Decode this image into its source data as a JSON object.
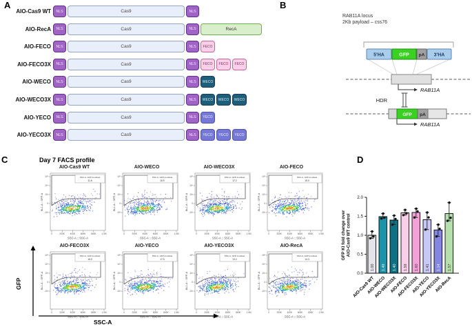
{
  "panels": {
    "a": {
      "label": "A",
      "nls_label": "NLS",
      "cas9_label": "Cas9",
      "constructs": [
        {
          "label": "AIO-Cas9 WT",
          "tags": []
        },
        {
          "label": "AIO-RecA",
          "tags": [
            "RecA"
          ]
        },
        {
          "label": "AIO-FECO",
          "tags": [
            "FECO"
          ]
        },
        {
          "label": "AIO-FECO3X",
          "tags": [
            "FECO",
            "FECO",
            "FECO"
          ]
        },
        {
          "label": "AIO-WECO",
          "tags": [
            "WECO"
          ]
        },
        {
          "label": "AIO-WECO3X",
          "tags": [
            "WECO",
            "WECO",
            "WECO"
          ]
        },
        {
          "label": "AIO-YECO",
          "tags": [
            "YECO"
          ]
        },
        {
          "label": "AIO-YECO3X",
          "tags": [
            "YECO",
            "YECO",
            "YECO"
          ]
        }
      ],
      "colors": {
        "nls": {
          "fill": "#a263c6",
          "border": "#5d2f88",
          "text": "#f2e8fb"
        },
        "cas9": {
          "fill": "#e8effa",
          "border": "#93a5c4",
          "text": "#444444"
        },
        "RecA": {
          "fill": "#d9efcc",
          "border": "#6fae4e",
          "text": "#333333",
          "w": 89,
          "fs": "6.5px"
        },
        "FECO": {
          "fill": "#f9d0e7",
          "border": "#c8639e",
          "text": "#8a2f63",
          "w": 21,
          "fs": "5px"
        },
        "WECO": {
          "fill": "#1d5f7b",
          "border": "#133a5a",
          "text": "#d9e9f1",
          "w": 21,
          "fs": "5px"
        },
        "YECO": {
          "fill": "#7678d6",
          "border": "#4d50ae",
          "text": "#eeeeff",
          "w": 21,
          "fs": "5px"
        }
      }
    },
    "b": {
      "label": "B",
      "locus_line1": "RAB11A locus",
      "locus_line2": "2Kb payload – css76",
      "donor_boxes": [
        "5'HA",
        "GFP",
        "pA",
        "3'HA"
      ],
      "hdr_label": "HDR",
      "gene_label": "RAB11A",
      "ki_gfp": "GFP",
      "ki_pa": "pA",
      "colors": {
        "ha": "#abcdec",
        "ha_border": "#5b87b5",
        "gfp": "#3bd122",
        "gfp_border": "#1e9110",
        "pa": "#a0a0a0",
        "pa_border": "#666666",
        "locus": "#e0e0e0",
        "locus_border": "#888888"
      }
    },
    "c": {
      "label": "C",
      "title": "Day 7 FACS profile",
      "big_y_label": "GFP",
      "big_x_label": "SSC-A",
      "plot_y_label": "BL1-A :: GFP-A",
      "plot_x_label": "SSC-A :: SSC-A",
      "gate_label": "SSC-A, GFP-A subset",
      "y_ticks": [
        "10⁵",
        "10⁴",
        "10³",
        "0",
        "-10³"
      ],
      "x_ticks": [
        "0",
        "200K",
        "400K",
        "600K",
        "800K",
        "1.0M"
      ],
      "plots": [
        {
          "title": "AIO-Cas9 WT",
          "subset_pct": "11.8"
        },
        {
          "title": "AIO-WECO",
          "subset_pct": "15.9"
        },
        {
          "title": "AIO-WECO3X",
          "subset_pct": "17.2"
        },
        {
          "title": "AIO-FECO",
          "subset_pct": "15.0"
        },
        {
          "title": "AIO-FECO3X",
          "subset_pct": "16.0"
        },
        {
          "title": "AIO-YECO",
          "subset_pct": "17.5"
        },
        {
          "title": "AIO-YECO3X",
          "subset_pct": "13.2"
        },
        {
          "title": "AIO-RecA",
          "subset_pct": "14.3"
        }
      ]
    },
    "d": {
      "label": "D"
    }
  },
  "chart_data": {
    "type": "bar",
    "title": "",
    "ylabel": "GFP KI fold change over AIO-Cas9 WT control",
    "ylabel_lines": [
      "GFP KI fold change over",
      "AIO-Cas9 WT control"
    ],
    "ylim": [
      0,
      2.0
    ],
    "yticks": [
      0,
      0.5,
      1.0,
      1.5,
      2.0
    ],
    "ytick_labels": [
      "0.0",
      "0.5",
      "1.0",
      "1.5",
      "2.0"
    ],
    "categories": [
      "AIO-Cas9 WT",
      "AIO-WECO",
      "AIO-WECO3X",
      "AIO-FECO",
      "AIO-FECO3X",
      "AIO-YECO",
      "AIO-YECO3X",
      "AIO-RecA"
    ],
    "values": [
      1.0,
      1.49,
      1.4,
      1.59,
      1.6,
      1.41,
      1.14,
      1.57
    ],
    "value_labels": [
      "1.00",
      "1.49",
      "1.40",
      "1.59",
      "1.60",
      "1.41",
      "1.14",
      "1.57"
    ],
    "points": [
      [
        0.92,
        0.97,
        1.1
      ],
      [
        1.44,
        1.47,
        1.57
      ],
      [
        1.28,
        1.43,
        1.52
      ],
      [
        1.53,
        1.58,
        1.67
      ],
      [
        1.47,
        1.63,
        1.7
      ],
      [
        1.15,
        1.47,
        1.6
      ],
      [
        0.97,
        1.17,
        1.28
      ],
      [
        1.38,
        1.46,
        1.86
      ]
    ],
    "bar_colors": [
      "#e4e3e9",
      "#1b93a8",
      "#0d7083",
      "#f8cfe8",
      "#f2a2d5",
      "#c9c7f3",
      "#8387e2",
      "#b6dfae"
    ],
    "dark_bars": [
      1,
      2,
      6
    ],
    "grid": false,
    "legend": false
  }
}
